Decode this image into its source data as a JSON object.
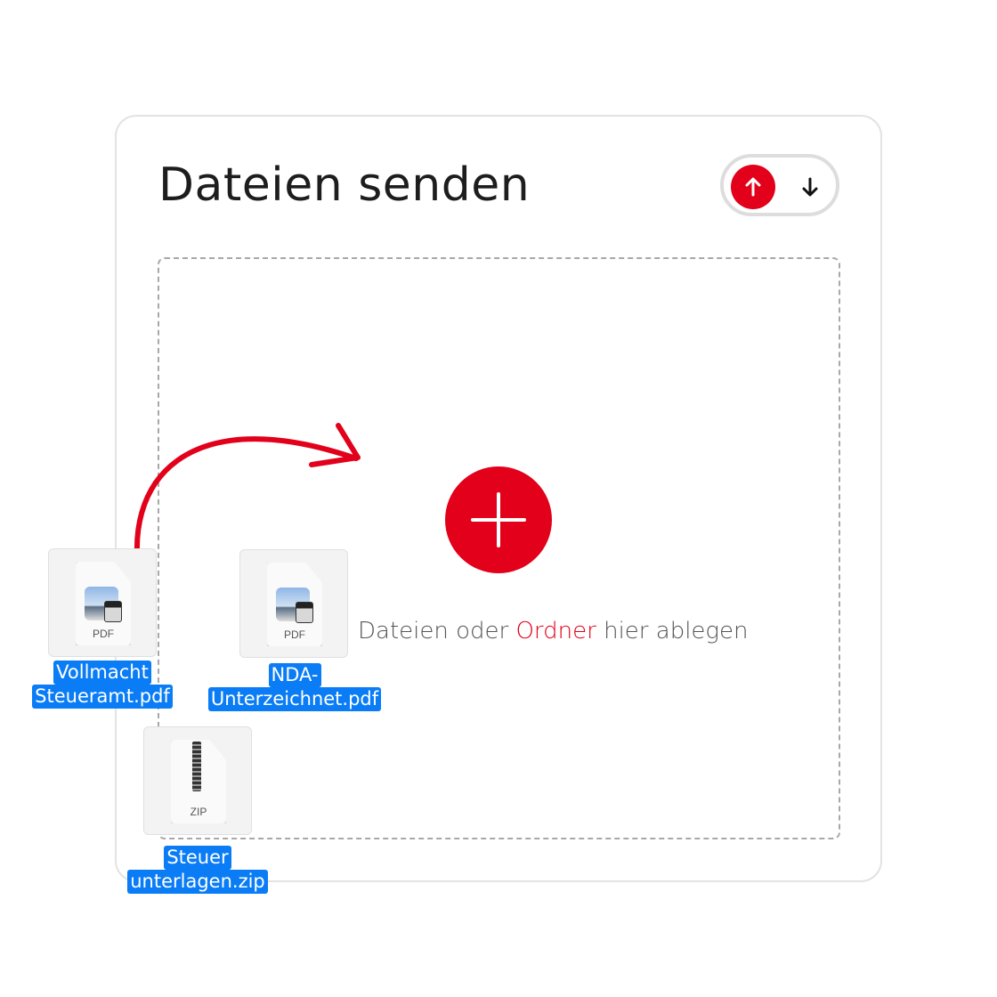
{
  "header": {
    "title": "Dateien senden"
  },
  "toggle": {
    "upload_icon": "arrow-up-icon",
    "download_icon": "arrow-down-icon",
    "active": "upload"
  },
  "dropzone": {
    "text_prefix": "Dateien oder ",
    "text_highlight": "Ordner",
    "text_suffix": " hier ablegen",
    "add_icon": "plus-icon"
  },
  "files": [
    {
      "line1": "Vollmacht",
      "line2": "Steueramt.pdf",
      "ext": "PDF"
    },
    {
      "line1": "NDA-",
      "line2": "Unterzeichnet.pdf",
      "ext": "PDF"
    },
    {
      "line1": "Steuer",
      "line2": "unterlagen.zip",
      "ext": "ZIP"
    }
  ],
  "colors": {
    "accent": "#e2001a",
    "selection": "#0a7cf5"
  }
}
